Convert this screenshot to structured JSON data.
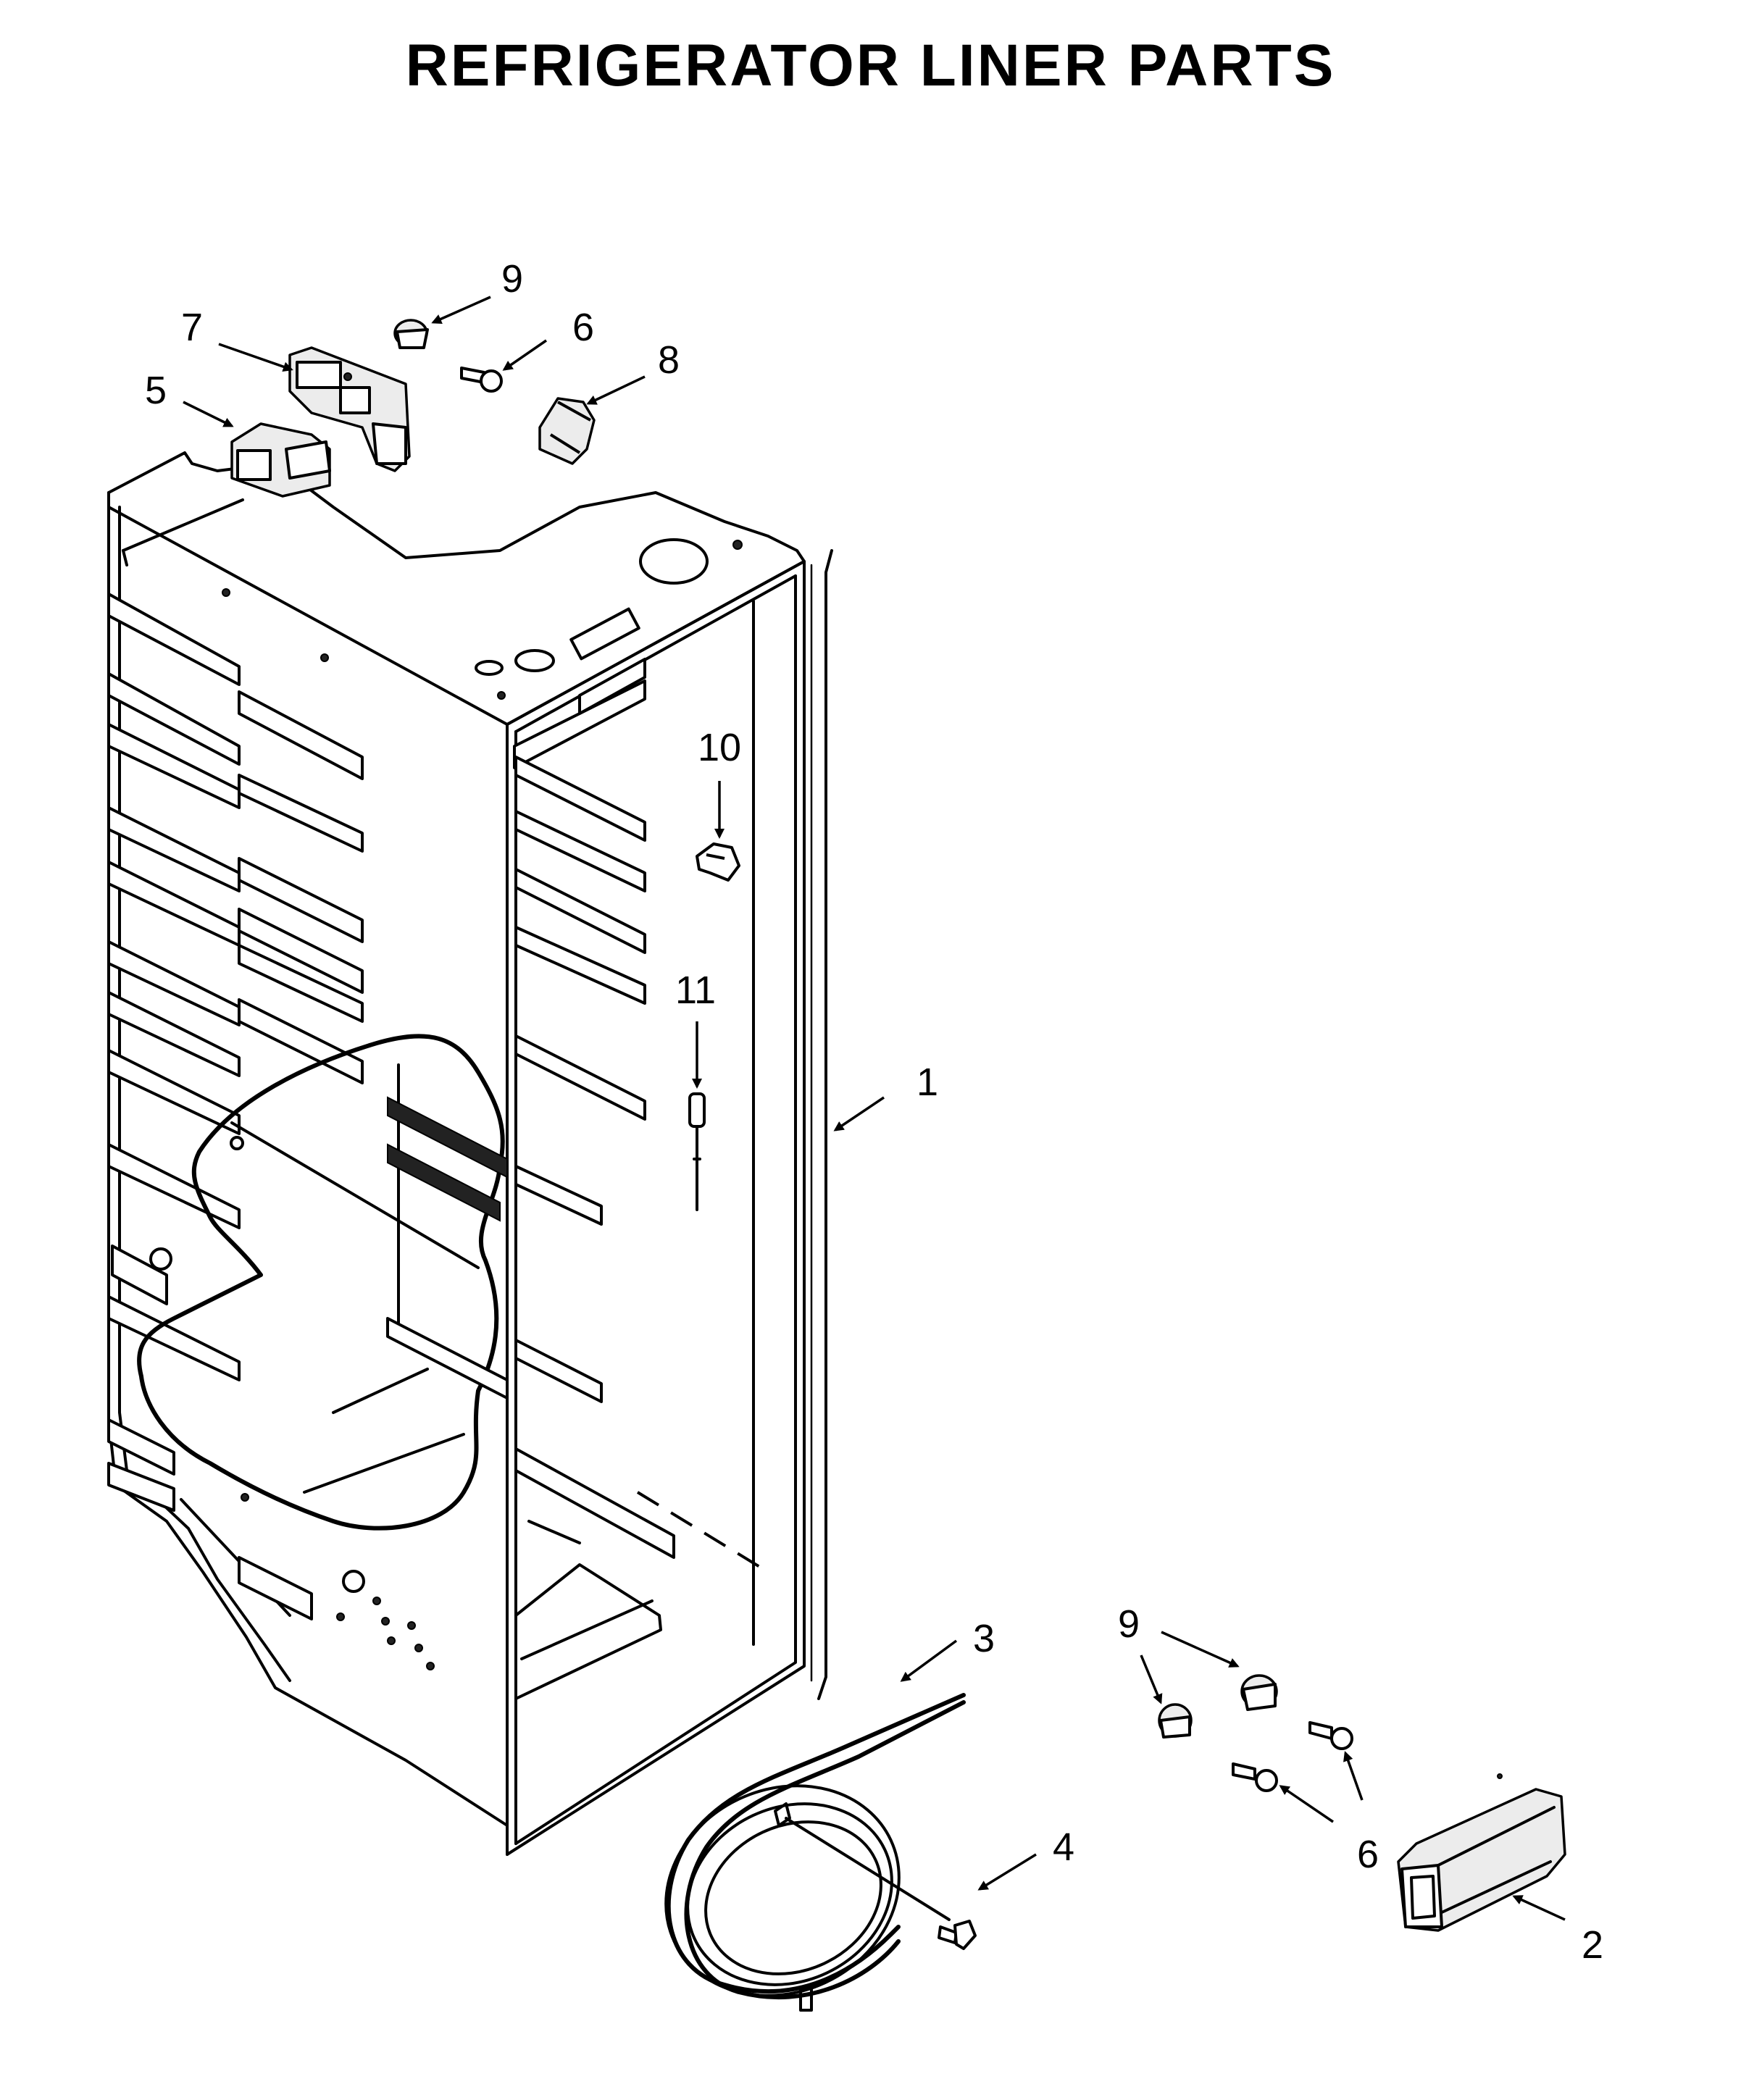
{
  "title": "REFRIGERATOR LINER PARTS",
  "callouts": [
    {
      "id": "callout-1",
      "label": "1"
    },
    {
      "id": "callout-2",
      "label": "2"
    },
    {
      "id": "callout-3",
      "label": "3"
    },
    {
      "id": "callout-4",
      "label": "4"
    },
    {
      "id": "callout-5",
      "label": "5"
    },
    {
      "id": "callout-6-top",
      "label": "6"
    },
    {
      "id": "callout-6-bottom",
      "label": "6"
    },
    {
      "id": "callout-7",
      "label": "7"
    },
    {
      "id": "callout-8",
      "label": "8"
    },
    {
      "id": "callout-9-top",
      "label": "9"
    },
    {
      "id": "callout-9-bottom",
      "label": "9"
    },
    {
      "id": "callout-10",
      "label": "10"
    },
    {
      "id": "callout-11",
      "label": "11"
    }
  ]
}
